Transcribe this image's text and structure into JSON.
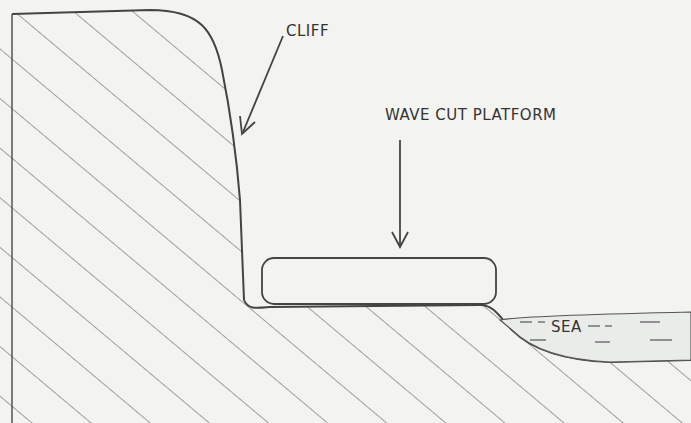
{
  "diagram": {
    "labels": [
      "CLIFF",
      "WAVE CUT PLATFORM",
      "SEA"
    ]
  }
}
